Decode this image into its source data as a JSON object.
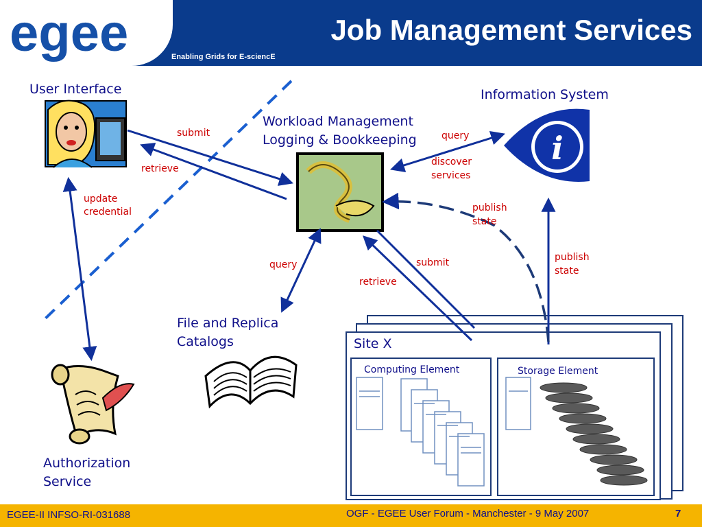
{
  "header": {
    "title": "Job Management Services",
    "logo_text": "egee",
    "tagline": "Enabling Grids for E-sciencE"
  },
  "nodes": {
    "user_interface": "User Interface",
    "information_system": "Information System",
    "workload_line1": "Workload Management",
    "workload_line2": "Logging & Bookkeeping",
    "catalog_line1": "File and Replica",
    "catalog_line2": "Catalogs",
    "auth_line1": "Authorization",
    "auth_line2": "Service",
    "site": "Site X",
    "computing_element": "Computing Element",
    "storage_element": "Storage Element"
  },
  "edges": {
    "submit_top": "submit",
    "retrieve_top": "retrieve",
    "update_line1": "update",
    "update_line2": "credential",
    "query_is": "query",
    "discover_line1": "discover",
    "discover_line2": "services",
    "publish_wm_line1": "publish",
    "publish_wm_line2": "state",
    "publish_is_line1": "publish",
    "publish_is_line2": "state",
    "query_catalog": "query",
    "submit_site": "submit",
    "retrieve_site": "retrieve"
  },
  "footer": {
    "left": "EGEE-II INFSO-RI-031688",
    "center": "OGF - EGEE User Forum - Manchester - 9 May 2007",
    "page": "7"
  },
  "colors": {
    "header_blue": "#0a3b8c",
    "footer_yellow": "#f5b400",
    "label_blue": "#10108a",
    "edge_red": "#cc0000",
    "arrow_blue": "#10309a",
    "dash_blue": "#1a5fd0",
    "dash_navy": "#1d3a78"
  }
}
